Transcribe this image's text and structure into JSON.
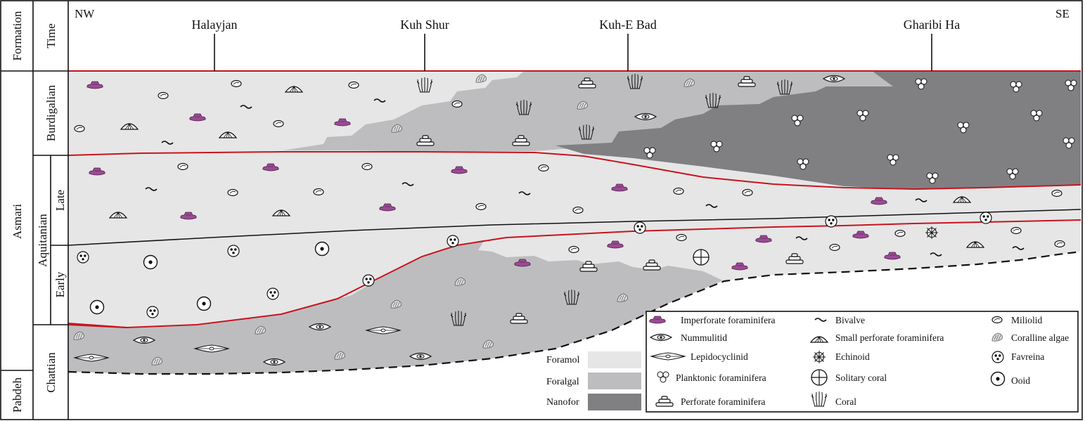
{
  "header": {
    "formation_label": "Formation",
    "time_label": "Time",
    "nw": "NW",
    "se": "SE"
  },
  "sections": [
    {
      "name": "Halayjan"
    },
    {
      "name": "Kuh Shur"
    },
    {
      "name": "Kuh-E Bad"
    },
    {
      "name": "Gharibi Ha"
    }
  ],
  "formations": {
    "asmari": "Asmari",
    "pabdeh": "Pabdeh"
  },
  "stages": {
    "burdigalian": "Burdigalian",
    "aquitanian": "Aquitanian",
    "late": "Late",
    "early": "Early",
    "chattian": "Chattian"
  },
  "facies": [
    {
      "name": "Foramol",
      "color": "#e6e6e6"
    },
    {
      "name": "Foralgal",
      "color": "#bdbdbf"
    },
    {
      "name": "Nanofor",
      "color": "#808083"
    }
  ],
  "legend_items": [
    {
      "icon": "imperforate",
      "label": "Imperforate foraminifera"
    },
    {
      "icon": "nummulitid",
      "label": "Nummulitid"
    },
    {
      "icon": "lepidocyclinid",
      "label": "Lepidocyclinid"
    },
    {
      "icon": "planktonic",
      "label": "Planktonic foraminifera"
    },
    {
      "icon": "perforate",
      "label": "Perforate foraminifera"
    },
    {
      "icon": "bivalve",
      "label": "Bivalve"
    },
    {
      "icon": "small-perforate",
      "label": "Small perforate foraminifera"
    },
    {
      "icon": "echinoid",
      "label": "Echinoid"
    },
    {
      "icon": "solitary-coral",
      "label": "Solitary coral"
    },
    {
      "icon": "coral",
      "label": "Coral"
    },
    {
      "icon": "miliolid",
      "label": "Miliolid"
    },
    {
      "icon": "coralline",
      "label": "Coralline algae"
    },
    {
      "icon": "favreina",
      "label": "Favreina"
    },
    {
      "icon": "ooid",
      "label": "Ooid"
    }
  ],
  "colors": {
    "boundary": "#c8141e",
    "imperforate": "#9b4a94",
    "outline": "#111111"
  }
}
